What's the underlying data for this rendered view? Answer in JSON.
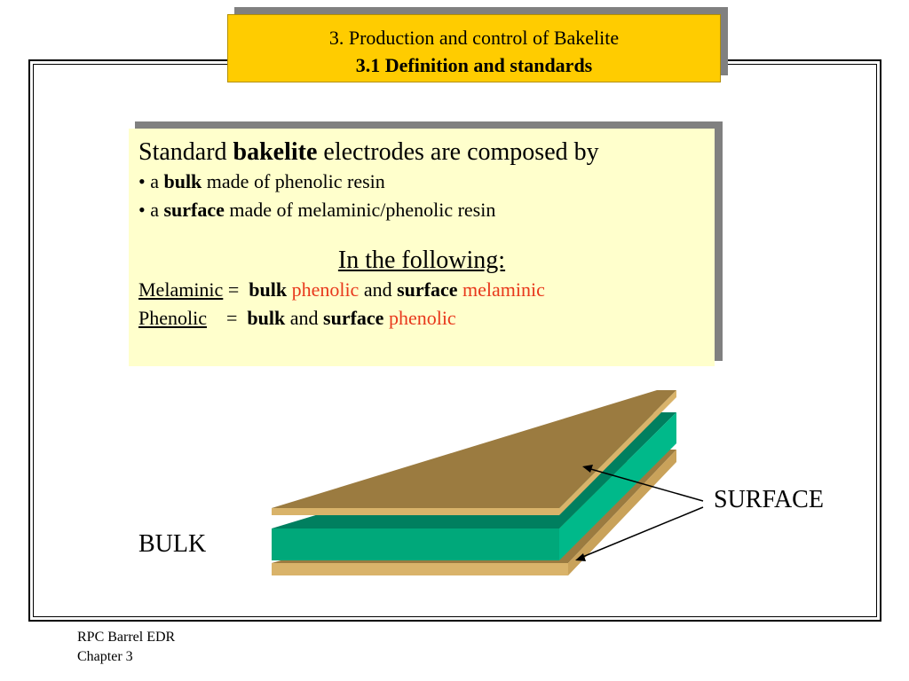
{
  "title": {
    "line1": "3. Production and control of  Bakelite",
    "line2": "3.1 Definition and standards"
  },
  "content": {
    "heading_pre": "Standard ",
    "heading_bold": "bakelite",
    "heading_post": " electrodes are composed by",
    "bullet1": {
      "pre": "• a ",
      "bold": "bulk",
      "post": " made of phenolic resin"
    },
    "bullet2": {
      "pre": "• a ",
      "bold": "surface",
      "post": " made of melaminic/phenolic resin"
    },
    "following": "In the following:",
    "def1": {
      "term": "Melaminic",
      "eq": " =  ",
      "bulk": "bulk",
      "bulk_type": " phenolic",
      "and": " and ",
      "surface": "surface",
      "surface_type": " melaminic"
    },
    "def2": {
      "term": "Phenolic",
      "eq": "    =  ",
      "bulk": "bulk",
      "and": " and ",
      "surface": "surface",
      "surface_type": " phenolic"
    }
  },
  "diagram": {
    "surface_label": "SURFACE",
    "bulk_label": "BULK",
    "colors": {
      "surface_top": "#9b7b40",
      "surface_edge": "#d9b36a",
      "bulk_top": "#007f5f",
      "bulk_front": "#00a87a",
      "bulk_side": "#00b98a"
    }
  },
  "footer": {
    "line1": "RPC Barrel EDR",
    "line2": "Chapter 3"
  }
}
